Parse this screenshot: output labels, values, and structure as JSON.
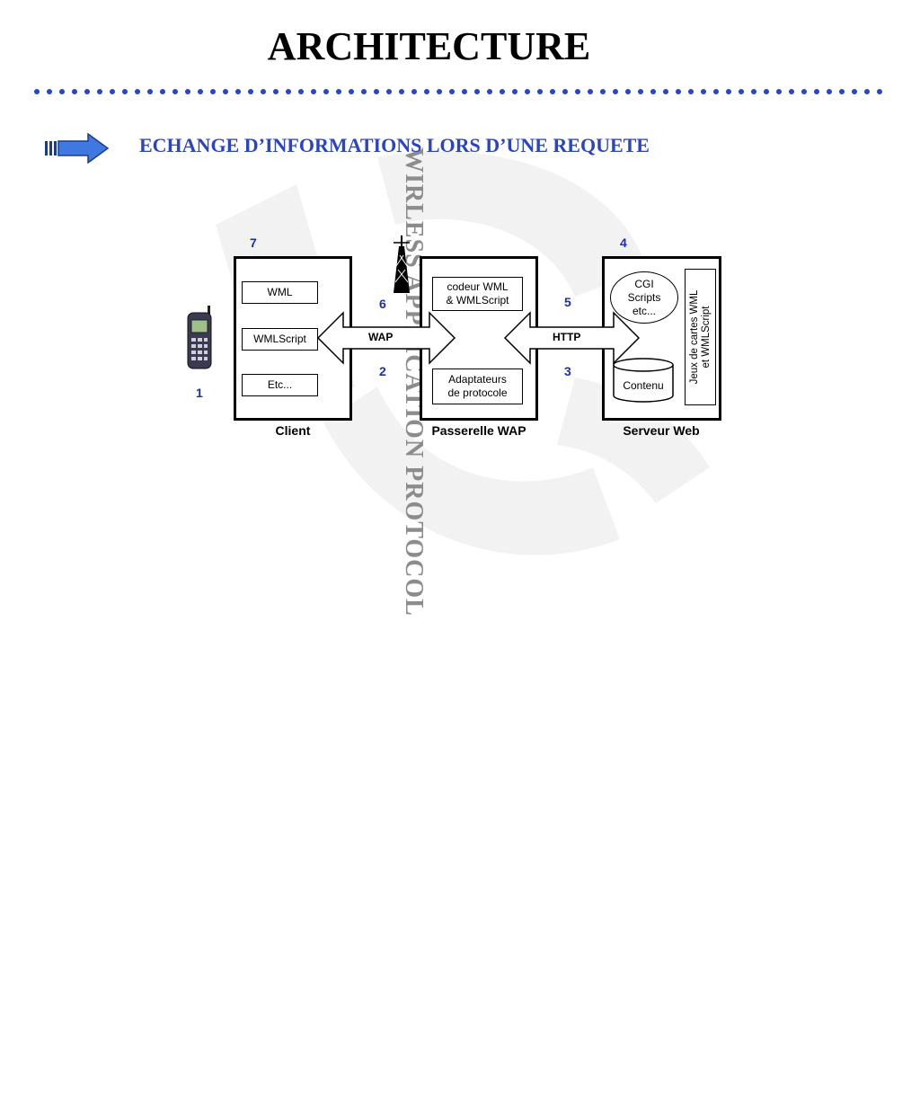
{
  "header": {
    "title": "ARCHITECTURE"
  },
  "side_banner": "WIRLESS APPLICATION PROTOCOL",
  "section": {
    "heading": "ECHANGE D’INFORMATIONS  LORS  D’UNE REQUETE"
  },
  "diagram": {
    "client": {
      "label": "Client",
      "items": [
        "WML",
        "WMLScript",
        "Etc..."
      ]
    },
    "gateway": {
      "label": "Passerelle WAP",
      "encoder": "codeur WML\n& WMLScript",
      "adapters": "Adaptateurs\nde  protocole"
    },
    "server": {
      "label": "Serveur Web",
      "cgi": "CGI\nScripts\netc...",
      "content": "Contenu",
      "cards": "Jeux de cartes WML\net WMLScript"
    },
    "links": {
      "client_gateway": "WAP",
      "gateway_server": "HTTP"
    },
    "steps": {
      "s1": "1",
      "s2": "2",
      "s3": "3",
      "s4": "4",
      "s5": "5",
      "s6": "6",
      "s7": "7"
    }
  },
  "colors": {
    "heading": "#2b44c6",
    "side_banner": "#8c8c8c",
    "numbers": "#1a2fae",
    "bullet_arrow": "#3e78e0"
  }
}
